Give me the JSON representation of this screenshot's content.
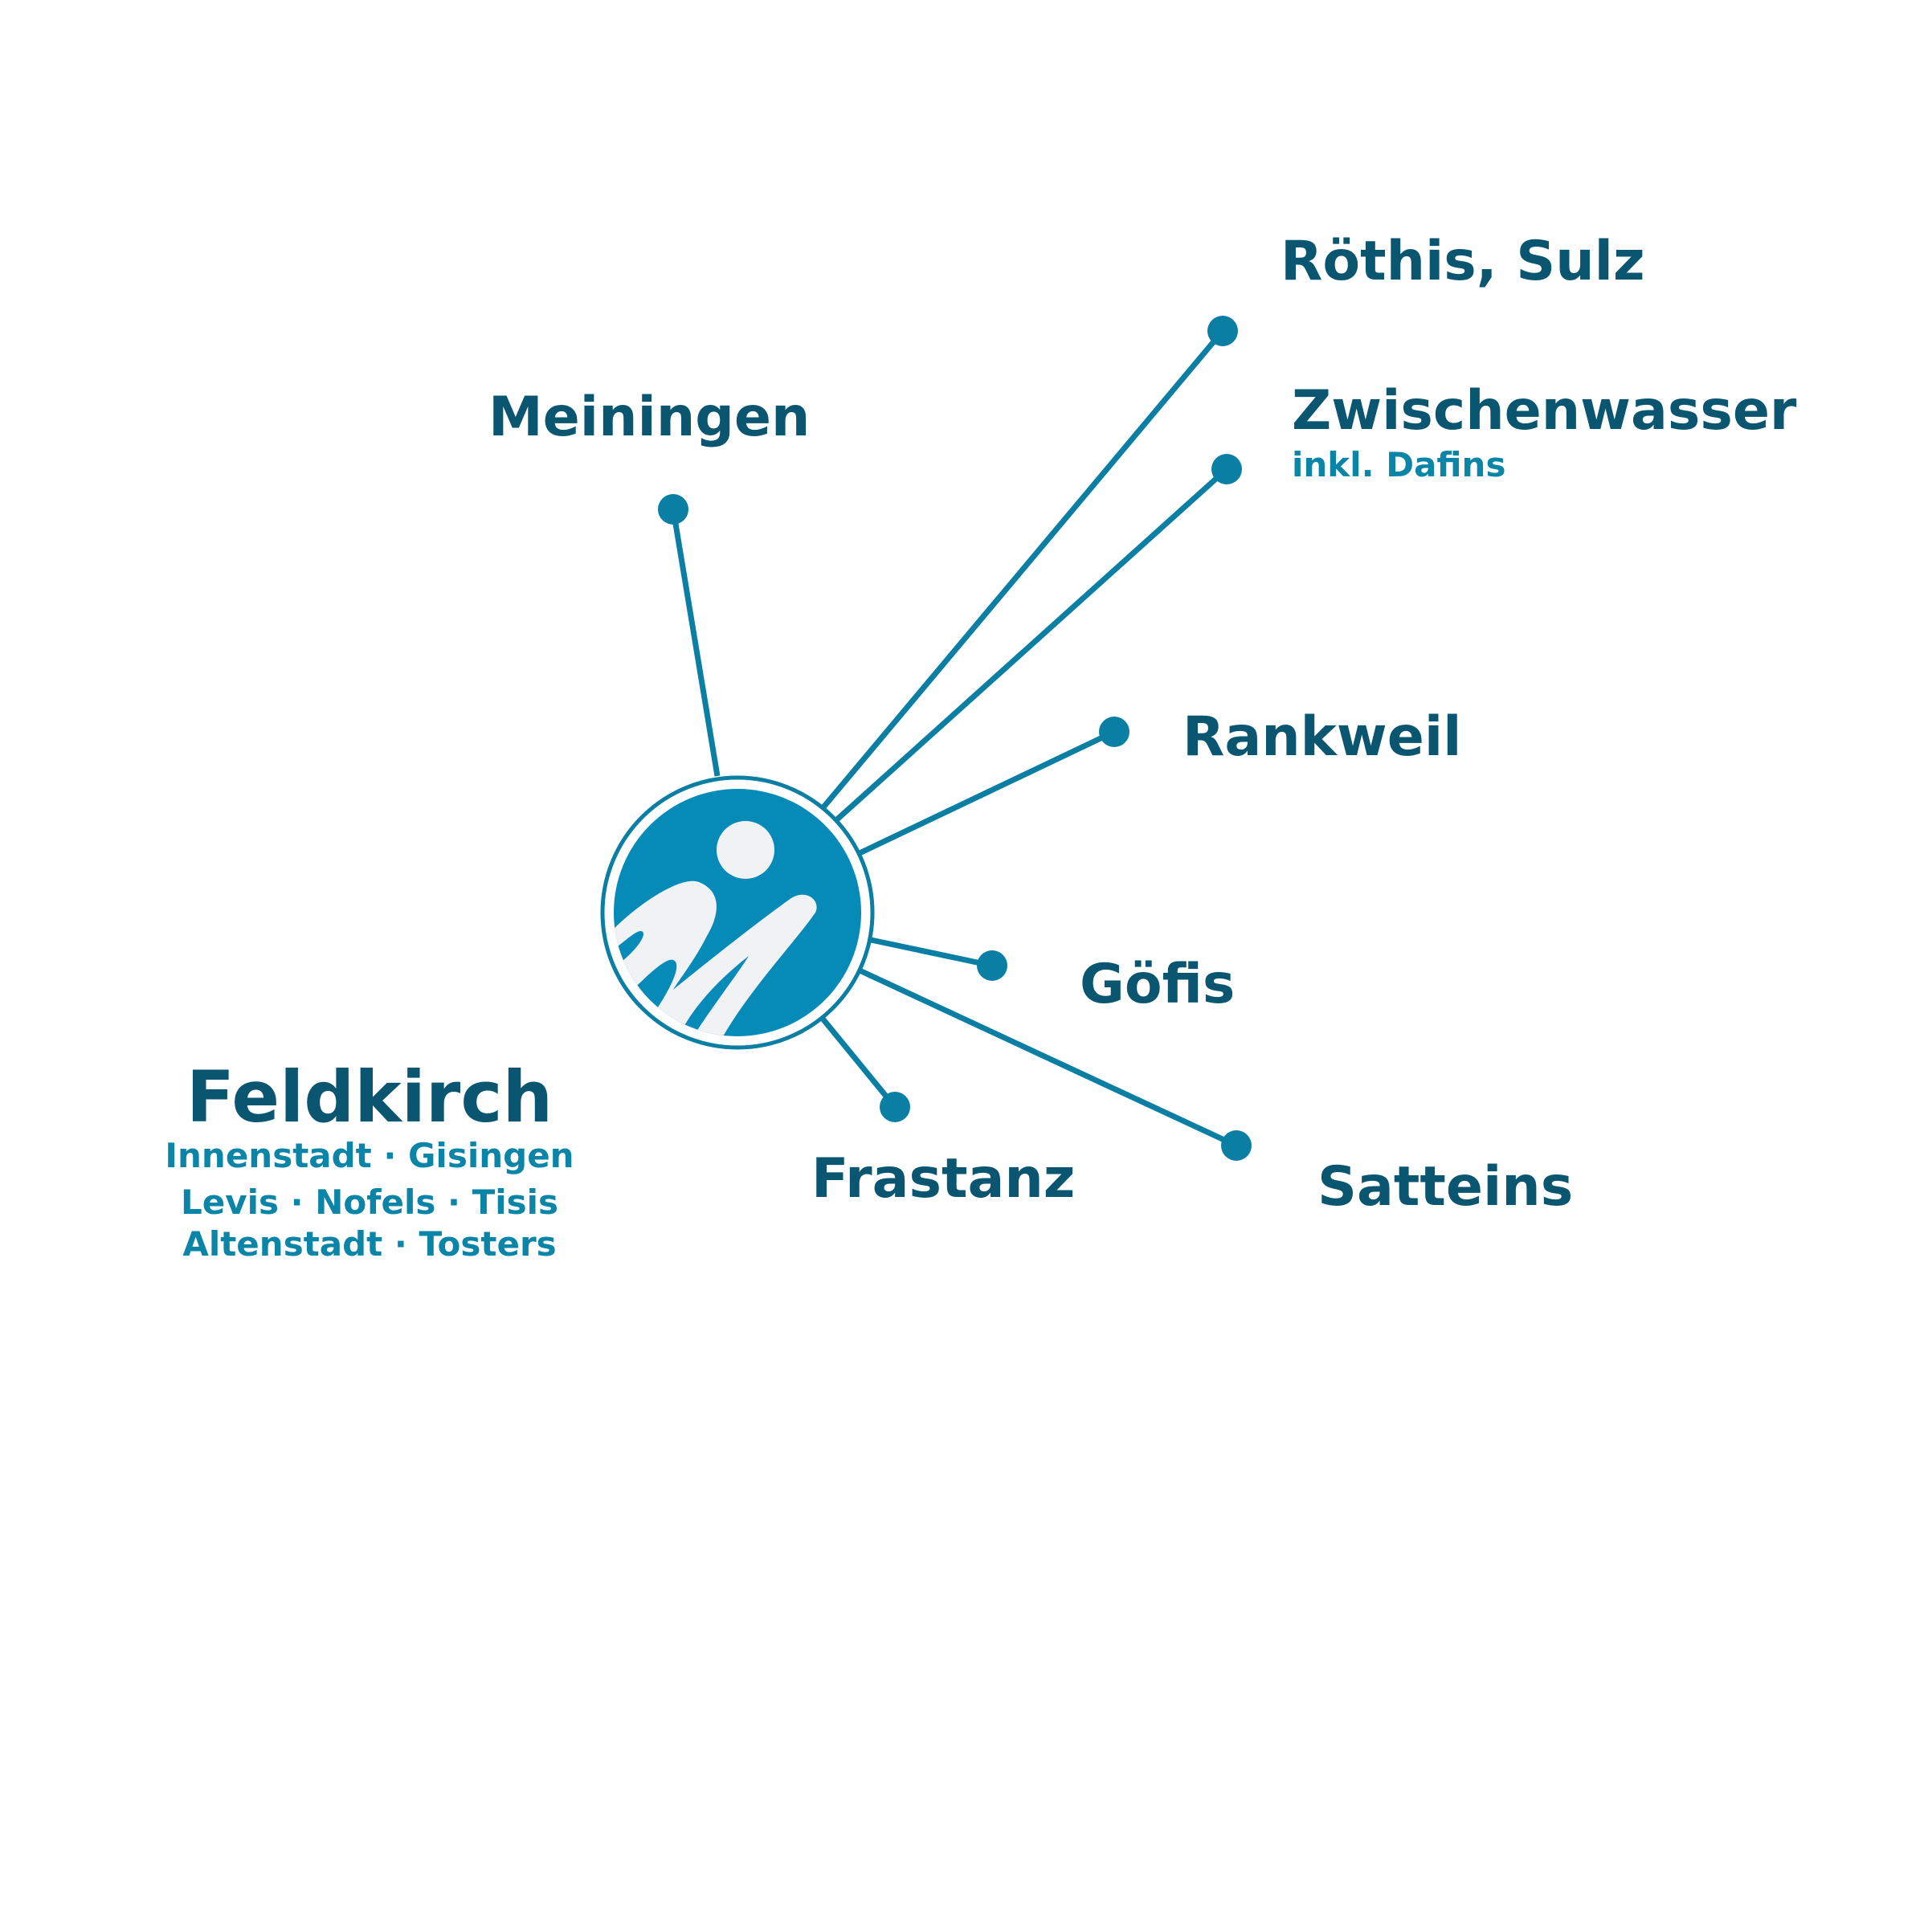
{
  "colors": {
    "line": "#0a7fa3",
    "logo_fill": "#068bb9",
    "logo_ring": "#0a7fa3",
    "logo_figure": "#f1f2f4",
    "label": "#0a5671",
    "sublabel": "#0a85a8"
  },
  "logo": {
    "icon": "person-circle-logo"
  },
  "hub": {
    "name": "Feldkirch",
    "districts_line1": "Innenstadt · Gisingen",
    "districts_line2": "Levis · Nofels · Tisis",
    "districts_line3": "Altenstadt · Tosters"
  },
  "nodes": [
    {
      "id": "meiningen",
      "name": "Meiningen"
    },
    {
      "id": "roethis",
      "name": "Röthis, Sulz"
    },
    {
      "id": "zwischenwasser",
      "name": "Zwischenwasser",
      "note": "inkl. Dafins"
    },
    {
      "id": "rankweil",
      "name": "Rankweil"
    },
    {
      "id": "goefis",
      "name": "Göfis"
    },
    {
      "id": "frastanz",
      "name": "Frastanz"
    },
    {
      "id": "satteins",
      "name": "Satteins"
    }
  ]
}
